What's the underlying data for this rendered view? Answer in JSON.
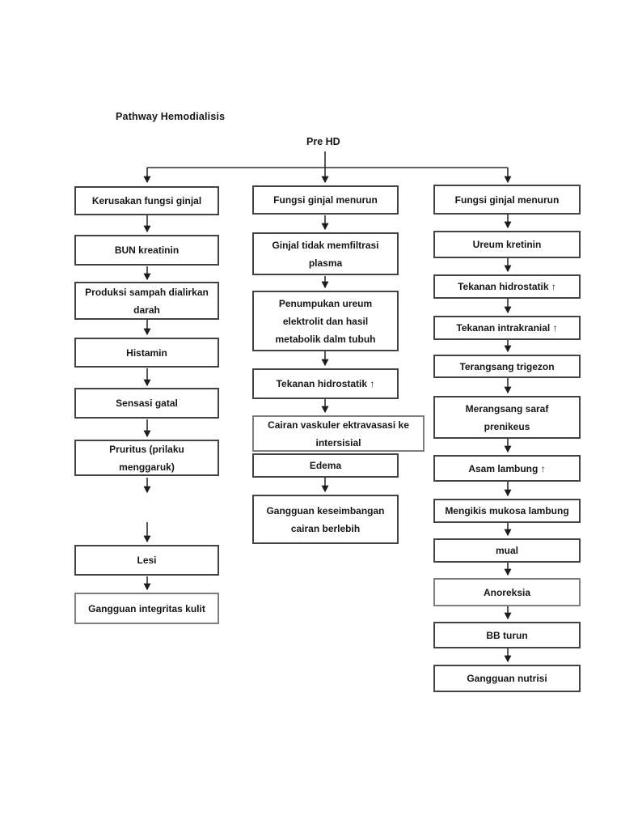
{
  "diagram": {
    "title": "Pathway Hemodialisis",
    "root": "Pre HD",
    "columns": {
      "left": [
        {
          "lines": [
            "Kerusakan fungsi ginjal"
          ]
        },
        {
          "lines": [
            "BUN kreatinin"
          ]
        },
        {
          "lines": [
            "Produksi sampah dialirkan",
            "darah"
          ]
        },
        {
          "lines": [
            "Histamin"
          ]
        },
        {
          "lines": [
            "Sensasi gatal"
          ]
        },
        {
          "lines": [
            "Pruritus (prilaku",
            "menggaruk)"
          ]
        },
        {
          "lines": [
            "Lesi"
          ]
        },
        {
          "lines": [
            "Gangguan integritas kulit"
          ]
        }
      ],
      "middle": [
        {
          "lines": [
            "Fungsi ginjal menurun"
          ]
        },
        {
          "lines": [
            "Ginjal tidak memfiltrasi",
            "plasma"
          ]
        },
        {
          "lines": [
            "Penumpukan ureum",
            "elektrolit dan hasil",
            "metabolik dalm tubuh"
          ]
        },
        {
          "lines": [
            "Tekanan hidrostatik ↑"
          ]
        },
        {
          "lines": [
            "Cairan vaskuler ektravasasi ke",
            "intersisial"
          ]
        },
        {
          "lines": [
            "Edema"
          ]
        },
        {
          "lines": [
            "Gangguan keseimbangan",
            "cairan berlebih"
          ]
        }
      ],
      "right": [
        {
          "lines": [
            "Fungsi ginjal menurun"
          ]
        },
        {
          "lines": [
            "Ureum kretinin"
          ]
        },
        {
          "lines": [
            "Tekanan hidrostatik ↑"
          ]
        },
        {
          "lines": [
            "Tekanan intrakranial ↑"
          ]
        },
        {
          "lines": [
            "Terangsang trigezon"
          ]
        },
        {
          "lines": [
            "Merangsang saraf",
            "prenikeus"
          ]
        },
        {
          "lines": [
            "Asam lambung ↑"
          ]
        },
        {
          "lines": [
            "Mengikis mukosa lambung"
          ]
        },
        {
          "lines": [
            "mual"
          ]
        },
        {
          "lines": [
            "Anoreksia"
          ]
        },
        {
          "lines": [
            "BB turun"
          ]
        },
        {
          "lines": [
            "Gangguan nutrisi"
          ]
        }
      ]
    },
    "colors": {
      "box_border": "#434343",
      "box_border_gray": "#7e7e7e",
      "line": "#2e2e2e",
      "text": "#161616",
      "page_bg": "#ffffff"
    }
  }
}
